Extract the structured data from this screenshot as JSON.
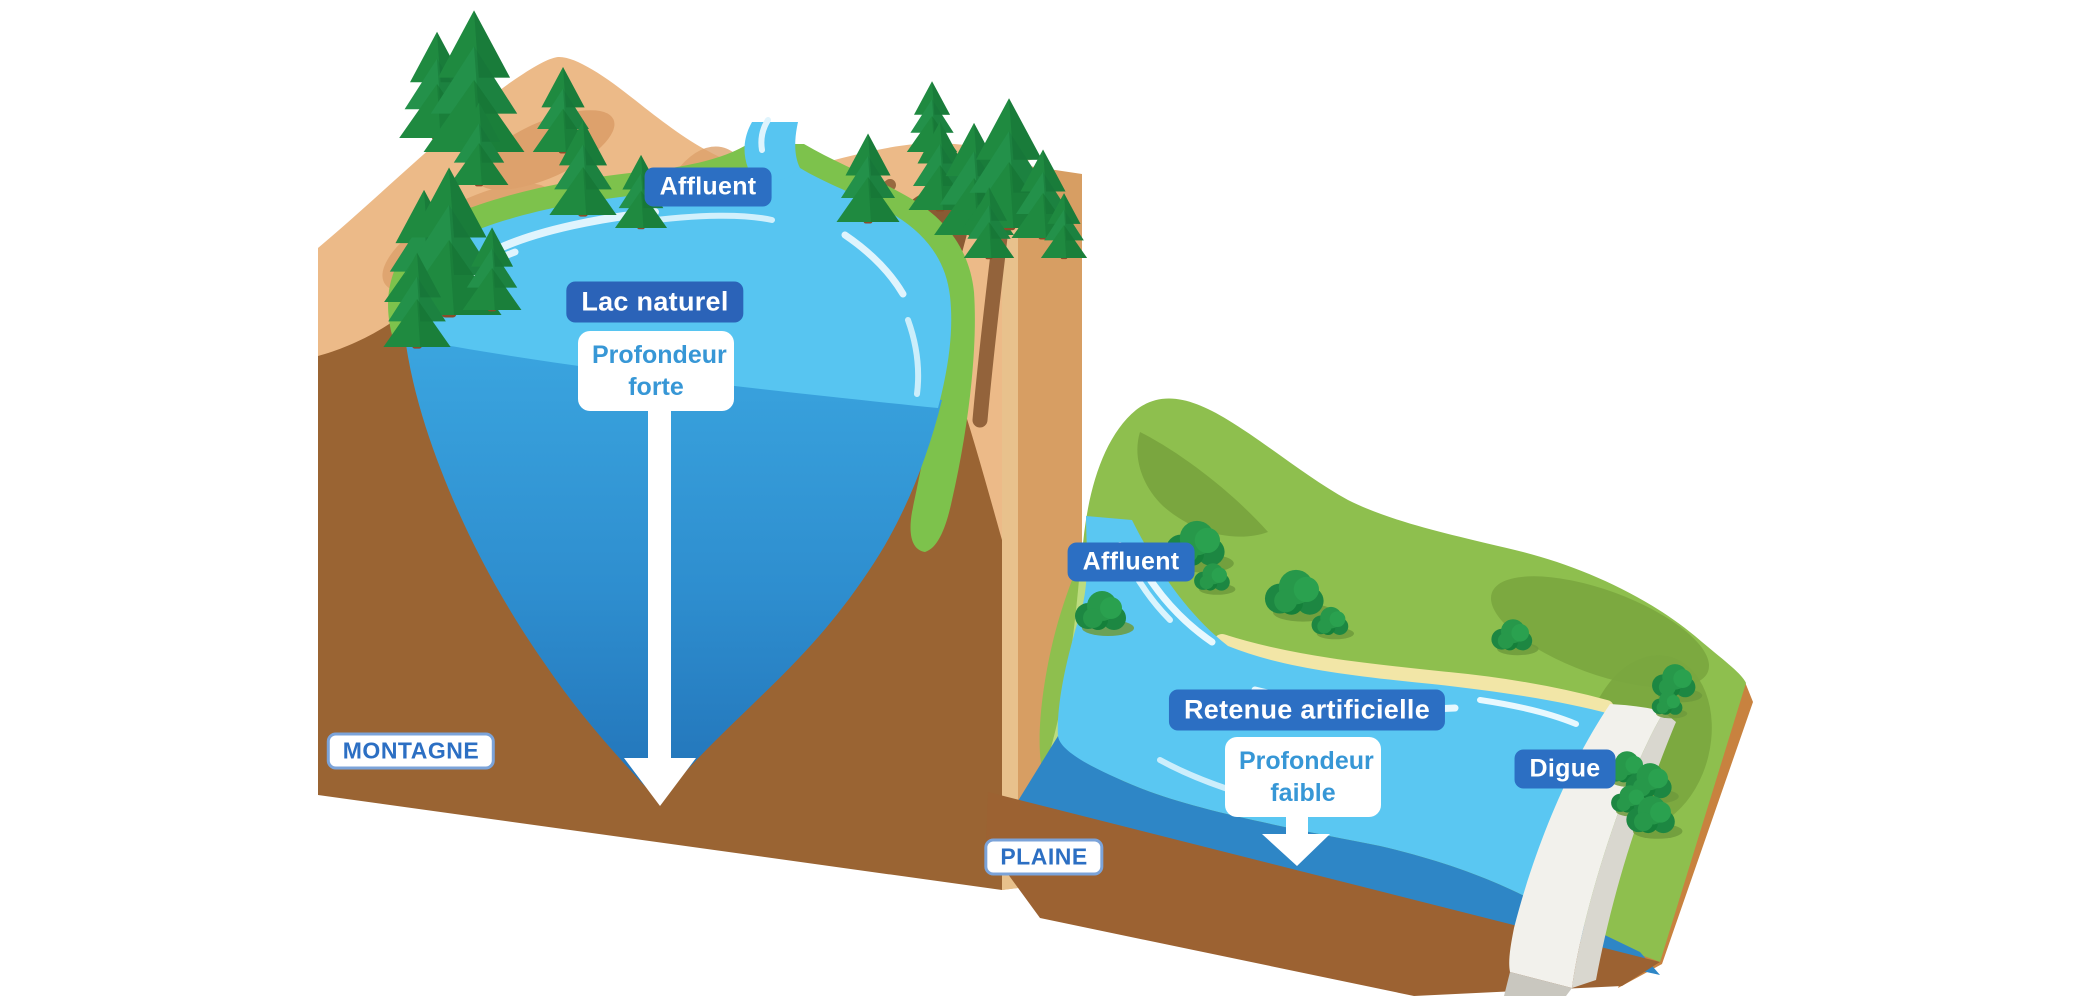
{
  "diagram": {
    "scene_left": {
      "region": "MONTAGNE",
      "affluent": "Affluent",
      "lake": "Lac naturel",
      "depth": "Profondeur forte"
    },
    "scene_right": {
      "region": "PLAINE",
      "affluent": "Affluent",
      "reservoir": "Retenue artificielle",
      "depth": "Profondeur faible",
      "dam": "Digue"
    },
    "colors": {
      "badge_blue": "#2c6fc3",
      "badge_white_text": "#3797d6",
      "water_surface": "#57c5f1",
      "water_deep_top": "#3ba6e0",
      "water_deep_bottom": "#2273b8",
      "reservoir_shallow": "#2e86c6",
      "earth_front": "#9a6433",
      "earth_side": "#c8823f",
      "mountain_tan": "#ecba88",
      "mountain_shade": "#dda16c",
      "grass_left": "#7dc24c",
      "grass_right": "#8ebf4e",
      "sand": "#f2e6a7",
      "tree_green": "#1f8a40",
      "dam_white": "#f2f1ec"
    }
  }
}
